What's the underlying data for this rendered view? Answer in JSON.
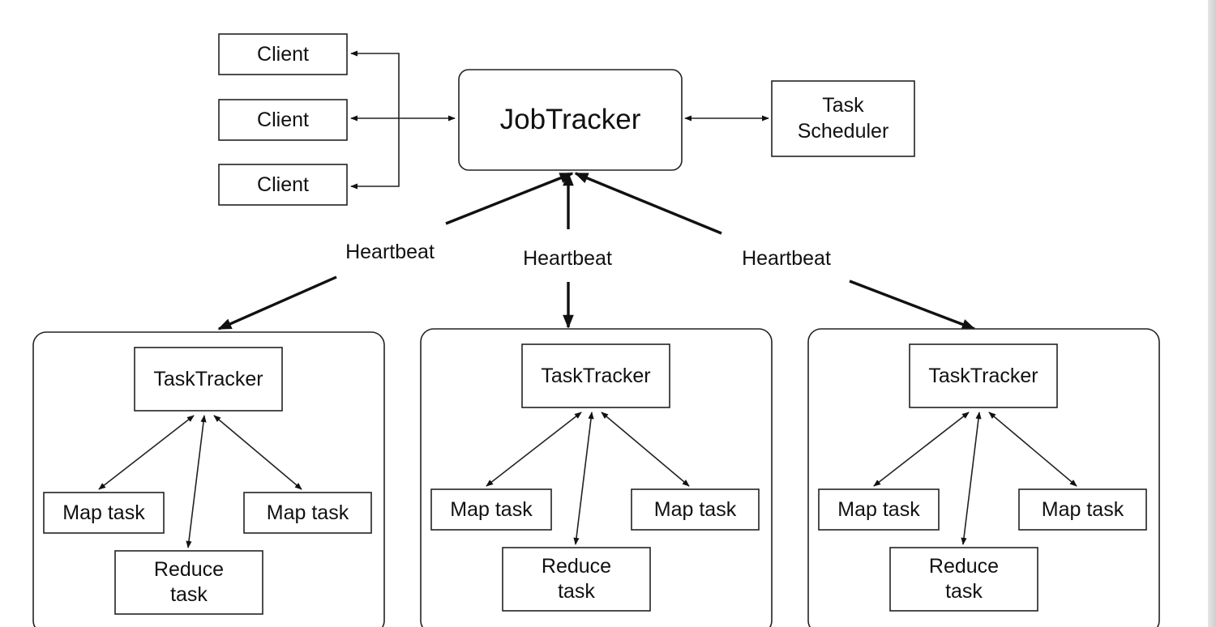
{
  "clients": [
    "Client",
    "Client",
    "Client"
  ],
  "job_tracker": "JobTracker",
  "task_scheduler": "Task\nScheduler",
  "heartbeats": [
    "Heartbeat",
    "Heartbeat",
    "Heartbeat"
  ],
  "nodes": [
    {
      "task_tracker": "TaskTracker",
      "map_left": "Map task",
      "map_right": "Map task",
      "reduce": "Reduce\ntask"
    },
    {
      "task_tracker": "TaskTracker",
      "map_left": "Map task",
      "map_right": "Map task",
      "reduce": "Reduce\ntask"
    },
    {
      "task_tracker": "TaskTracker",
      "map_left": "Map task",
      "map_right": "Map task",
      "reduce": "Reduce\ntask"
    }
  ]
}
